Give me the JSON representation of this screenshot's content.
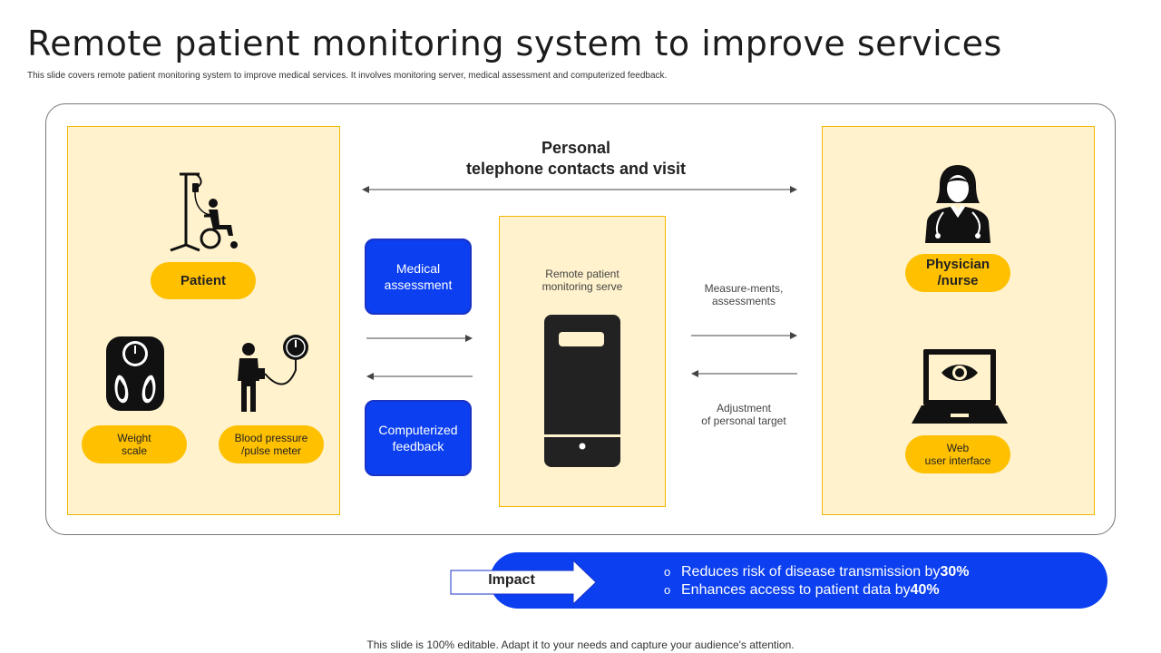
{
  "title": "Remote patient monitoring system to improve services",
  "subtitle": "This slide covers remote patient monitoring system to improve medical services. It involves monitoring server, medical assessment and computerized feedback.",
  "headline": "Personal\ntelephone contacts and visit",
  "left_panel": {
    "patient_label": "Patient",
    "weight_label": "Weight\nscale",
    "bp_label": "Blood pressure\n/pulse meter"
  },
  "middle": {
    "medical_assessment": "Medical\nassessment",
    "computerized_feedback": "Computerized\nfeedback",
    "server_label": "Remote patient\nmonitoring serve"
  },
  "flow_labels": {
    "measurements": "Measure-ments,\nassessments",
    "adjustment": "Adjustment\nof personal target"
  },
  "right_panel": {
    "physician_label": "Physician\n/nurse",
    "web_label": "Web\nuser interface"
  },
  "impact": {
    "label": "Impact",
    "items": [
      {
        "text": "Reduces risk of disease transmission by ",
        "value": "30%"
      },
      {
        "text": "Enhances access to patient data by ",
        "value": "40%"
      }
    ],
    "bullet": "o"
  },
  "footer": "This slide is 100% editable. Adapt it to your needs and capture your audience's attention.",
  "colors": {
    "accent_yellow": "#ffc000",
    "panel_fill": "#fff2cc",
    "blue": "#0b3ff0"
  }
}
